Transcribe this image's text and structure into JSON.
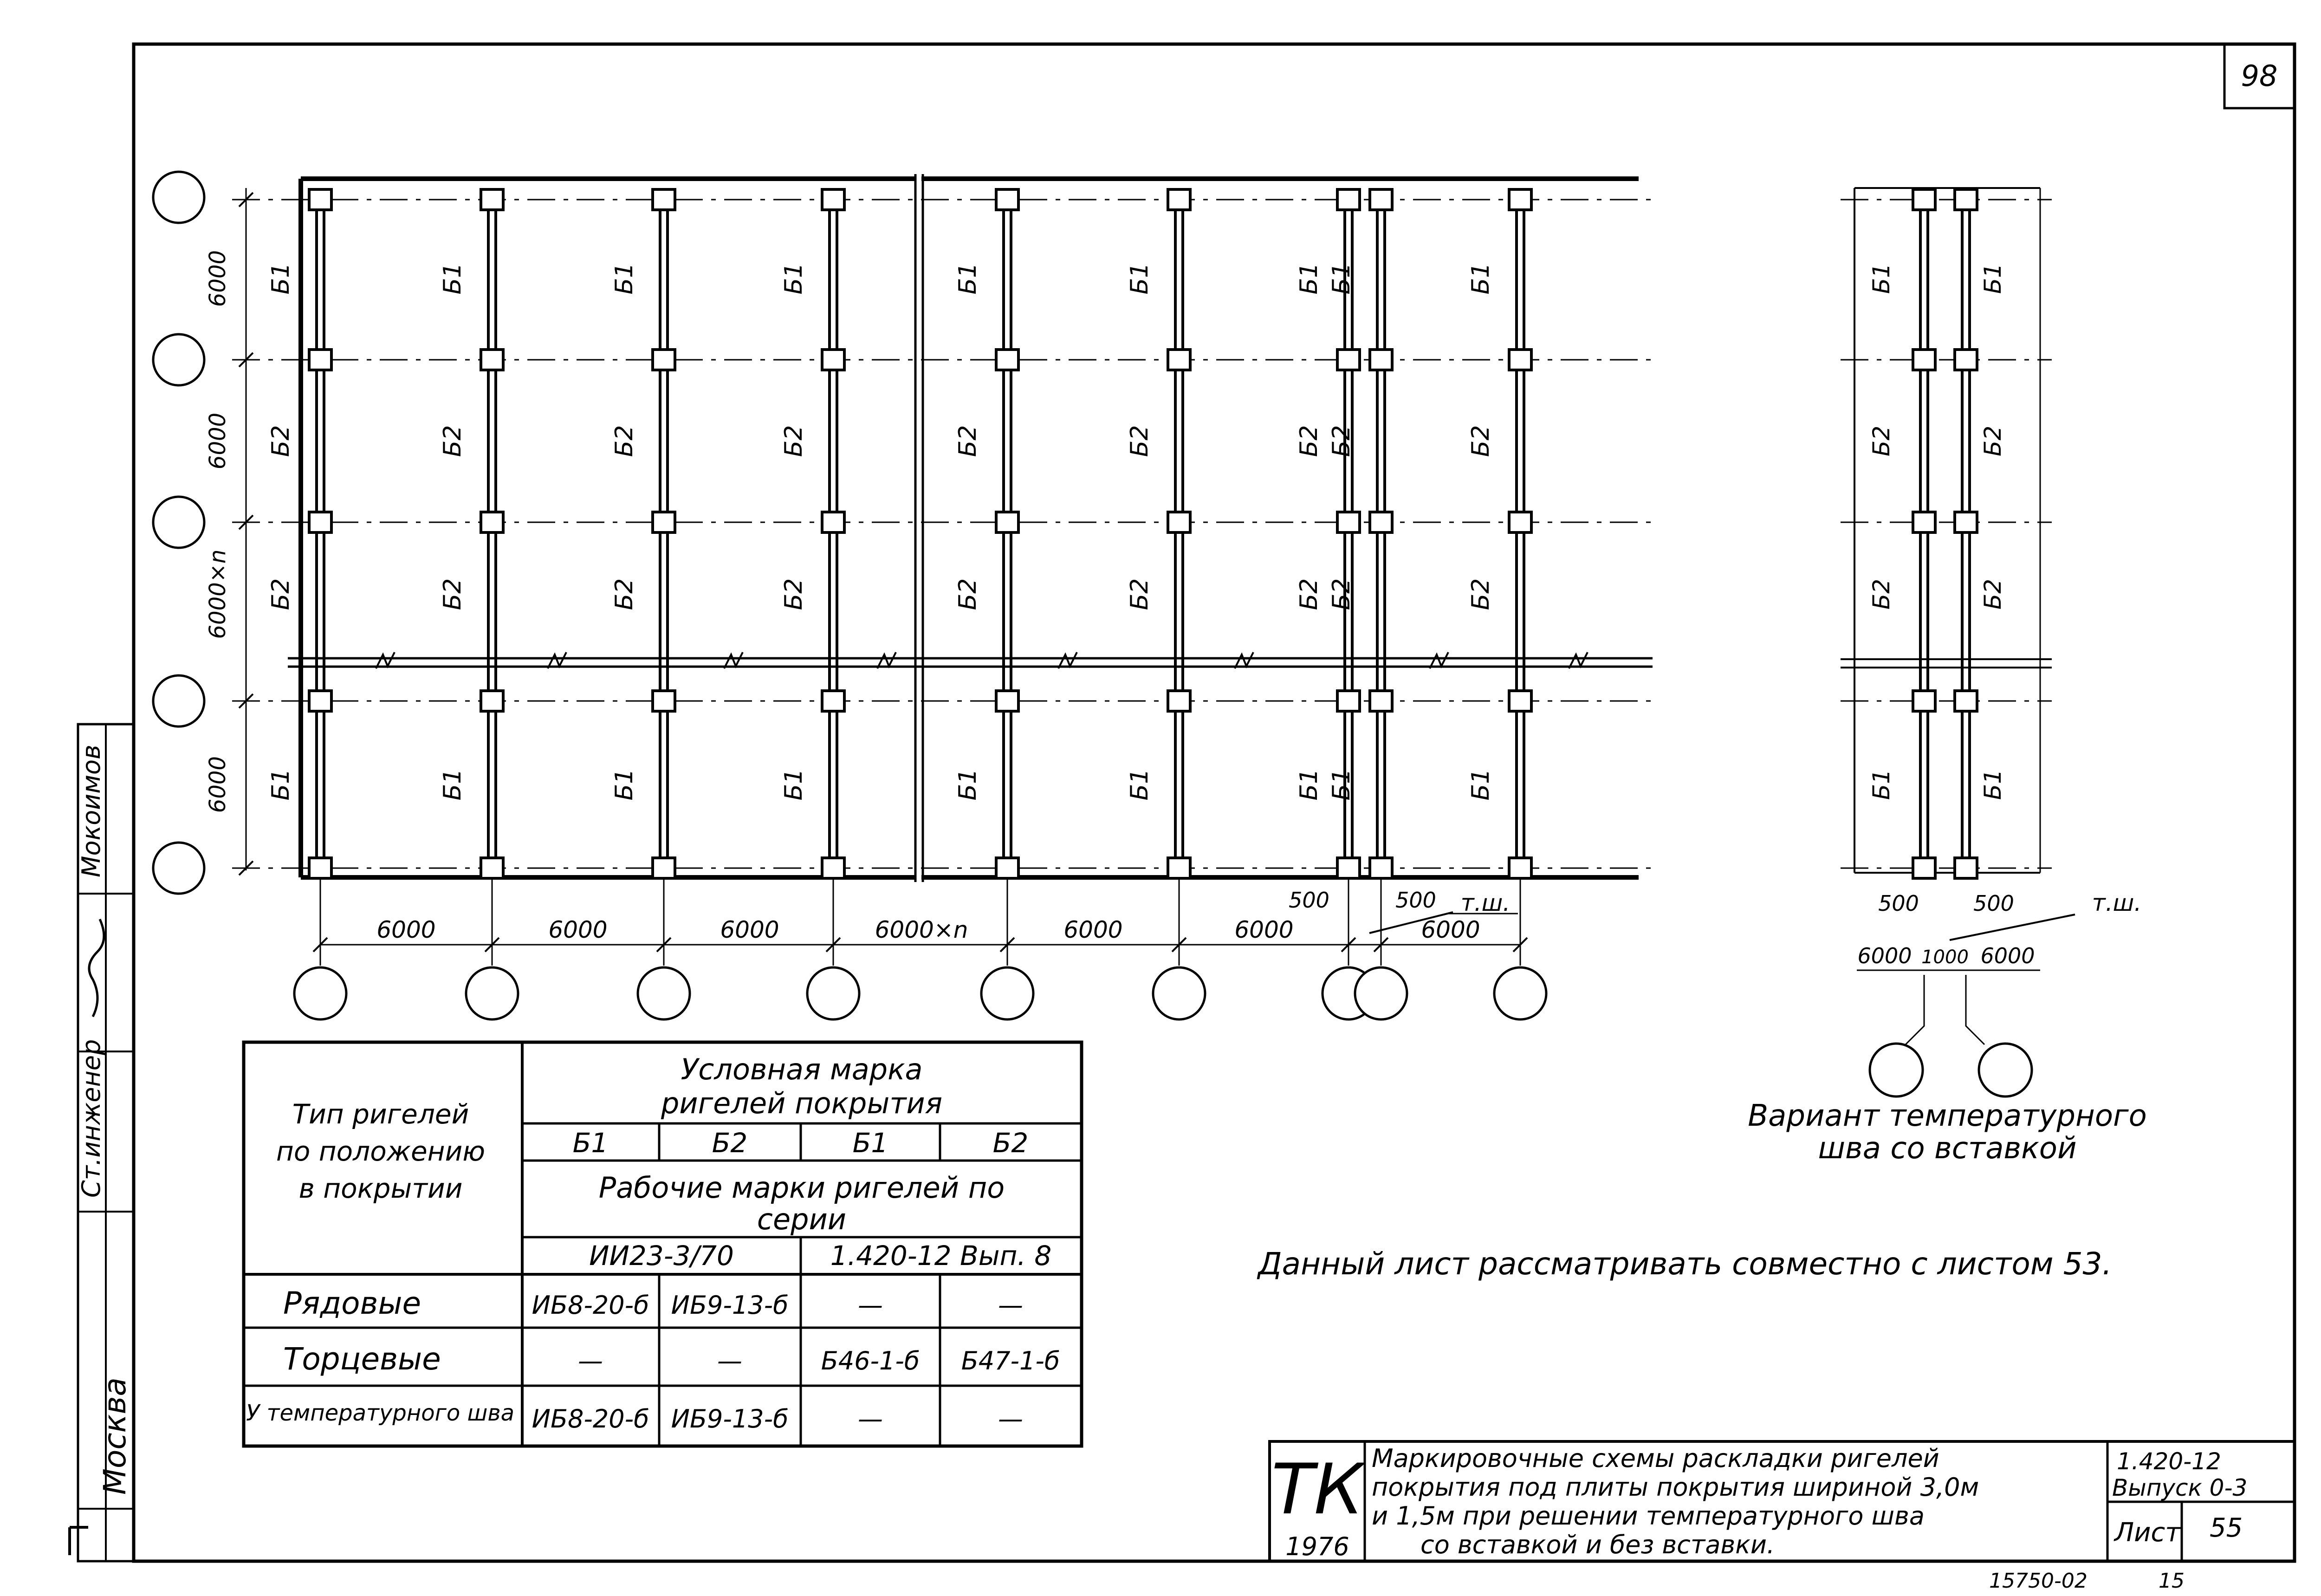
{
  "sheet_page_number": "98",
  "plan": {
    "beam_columns": [
      [
        "Б1",
        "Б2",
        "Б2",
        "Б1"
      ],
      [
        "Б1",
        "Б2",
        "Б2",
        "Б1"
      ],
      [
        "Б1",
        "Б2",
        "Б2",
        "Б1"
      ],
      [
        "Б1",
        "Б2",
        "Б2",
        "Б1"
      ],
      [
        "Б1",
        "Б2",
        "Б2",
        "Б1"
      ],
      [
        "Б1",
        "Б2",
        "Б2",
        "Б1"
      ],
      [
        "Б1",
        "Б2",
        "Б2",
        "Б1"
      ],
      [
        "Б1",
        "Б2",
        "Б2",
        "Б1"
      ],
      [
        "Б1",
        "Б2",
        "Б2",
        "Б1"
      ]
    ],
    "row_dims": [
      "6000",
      "6000",
      "6000×n",
      "6000"
    ],
    "col_dims": [
      "6000",
      "6000",
      "6000",
      "6000×n",
      "6000",
      "6000",
      "6000"
    ],
    "joint_dims": {
      "left_offset": "500",
      "right_offset": "500",
      "label": "т.ш."
    }
  },
  "variant": {
    "beam_left": [
      "Б1",
      "Б2",
      "Б2",
      "Б1"
    ],
    "beam_right": [
      "Б1",
      "Б2",
      "Б2",
      "Б1"
    ],
    "offset_left": "500",
    "offset_right": "500",
    "joint_label": "т.ш.",
    "dim_left": "6000",
    "dim_mid": "1000",
    "dim_right": "6000",
    "caption_line1": "Вариант температурного",
    "caption_line2": "шва со вставкой"
  },
  "table": {
    "type_header": [
      "Тип ригелей",
      "по положению",
      "в покрытии"
    ],
    "cond_header": [
      "Условная марка",
      "ригелей покрытия"
    ],
    "marks": [
      "Б1",
      "Б2",
      "Б1",
      "Б2"
    ],
    "working_header": [
      "Рабочие марки ригелей по",
      "серии"
    ],
    "series": [
      "ИИ23-3/70",
      "1.420-12 Вып. 8"
    ],
    "rows": [
      {
        "label": "Рядовые",
        "cells": [
          "ИБ8-20-б",
          "ИБ9-13-б",
          "—",
          "—"
        ]
      },
      {
        "label": "Торцевые",
        "cells": [
          "—",
          "—",
          "Б46-1-б",
          "Б47-1-б"
        ]
      },
      {
        "label": "У температурного шва",
        "cells": [
          "ИБ8-20-б",
          "ИБ9-13-б",
          "—",
          "—"
        ]
      }
    ]
  },
  "note": "Данный лист рассматривать совместно с листом 53.",
  "side_stamp": {
    "role1": "Ст.инженер",
    "name1": "Мокоимов",
    "city": "Москва"
  },
  "title_block": {
    "logo": "ТК",
    "year": "1976",
    "title_lines": [
      "Маркировочные схемы раскладки ригелей",
      "покрытия под плиты покрытия шириной 3,0м",
      "и 1,5м при решении температурного шва",
      "со вставкой и без вставки."
    ],
    "series": "1.420-12",
    "issue": "Выпуск 0-3",
    "sheet_label": "Лист",
    "sheet_number": "55"
  },
  "footer_left": "15750-02",
  "footer_right": "15"
}
